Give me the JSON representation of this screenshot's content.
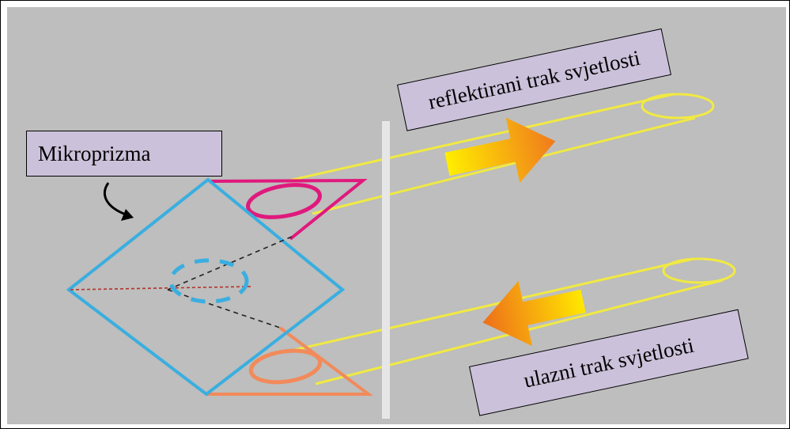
{
  "labels": {
    "microprism": "Mikroprizma",
    "reflected_beam": "reflektirani trak svjetlosti",
    "incoming_beam": "ulazni trak svjetlosti"
  },
  "colors": {
    "background": "#bdbebd",
    "label_fill": "#ccc1da",
    "prism_outline": "#3aaee0",
    "top_prism_face": "#e0197d",
    "bottom_prism_face": "#f28a5a",
    "beam": "#f4ec3c",
    "arrow_start": "#ffe800",
    "arrow_end": "#f07a1c",
    "mirror": "#e6e6e6"
  }
}
